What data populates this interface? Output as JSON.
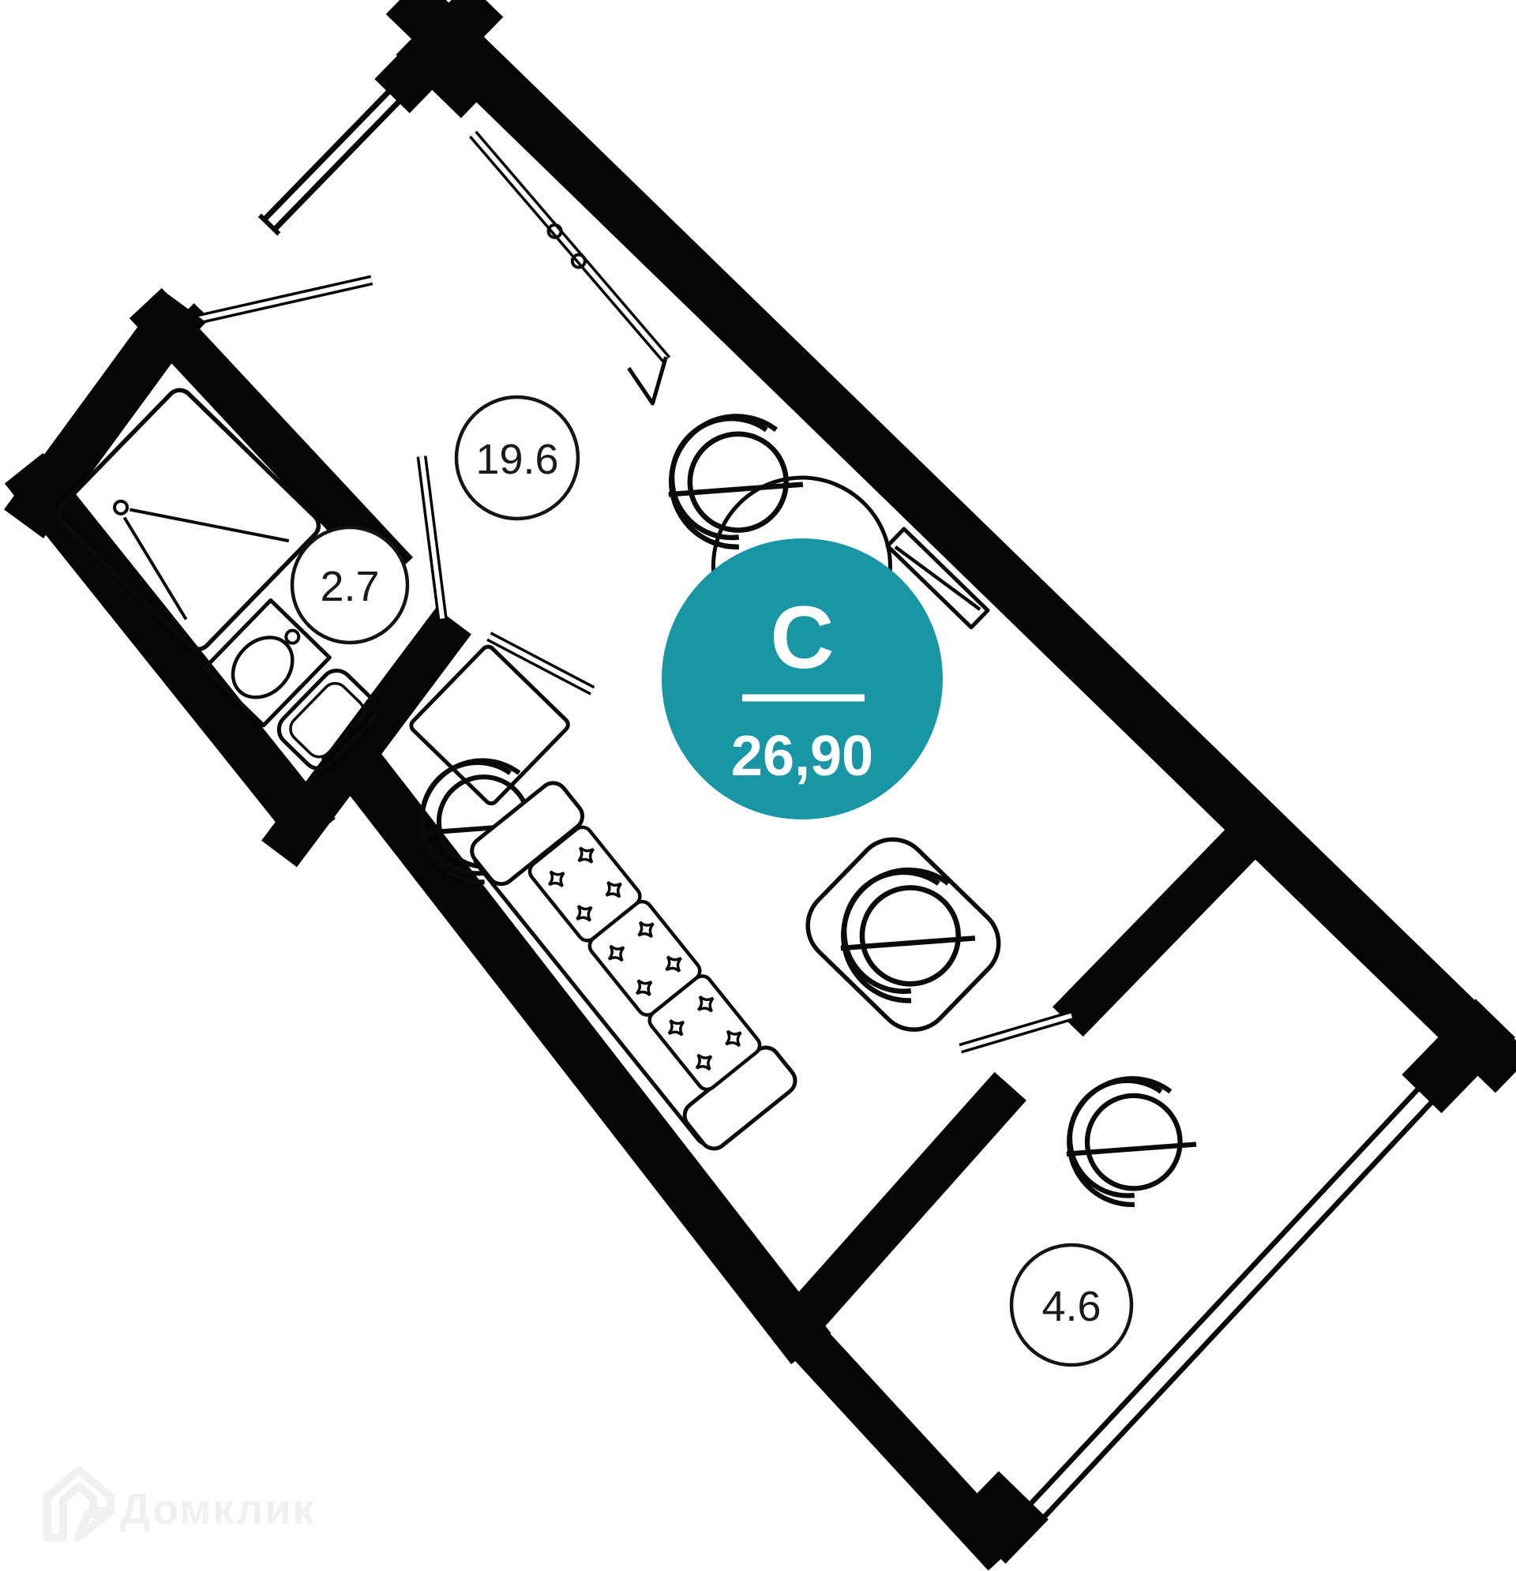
{
  "page": {
    "background_color": "#ffffff"
  },
  "floor_plan": {
    "badge": {
      "type_label": "С",
      "area_value": "26,90",
      "accent_color": "#1996A6",
      "text_color": "#ffffff"
    },
    "room_labels": [
      {
        "id": "living-room",
        "area": "19.6"
      },
      {
        "id": "bathroom",
        "area": "2.7"
      },
      {
        "id": "balcony",
        "area": "4.6"
      }
    ],
    "line_color": "#050505"
  },
  "watermark": {
    "brand": "Домклик",
    "icon": "house-icon",
    "color": "#f0f0f0"
  }
}
